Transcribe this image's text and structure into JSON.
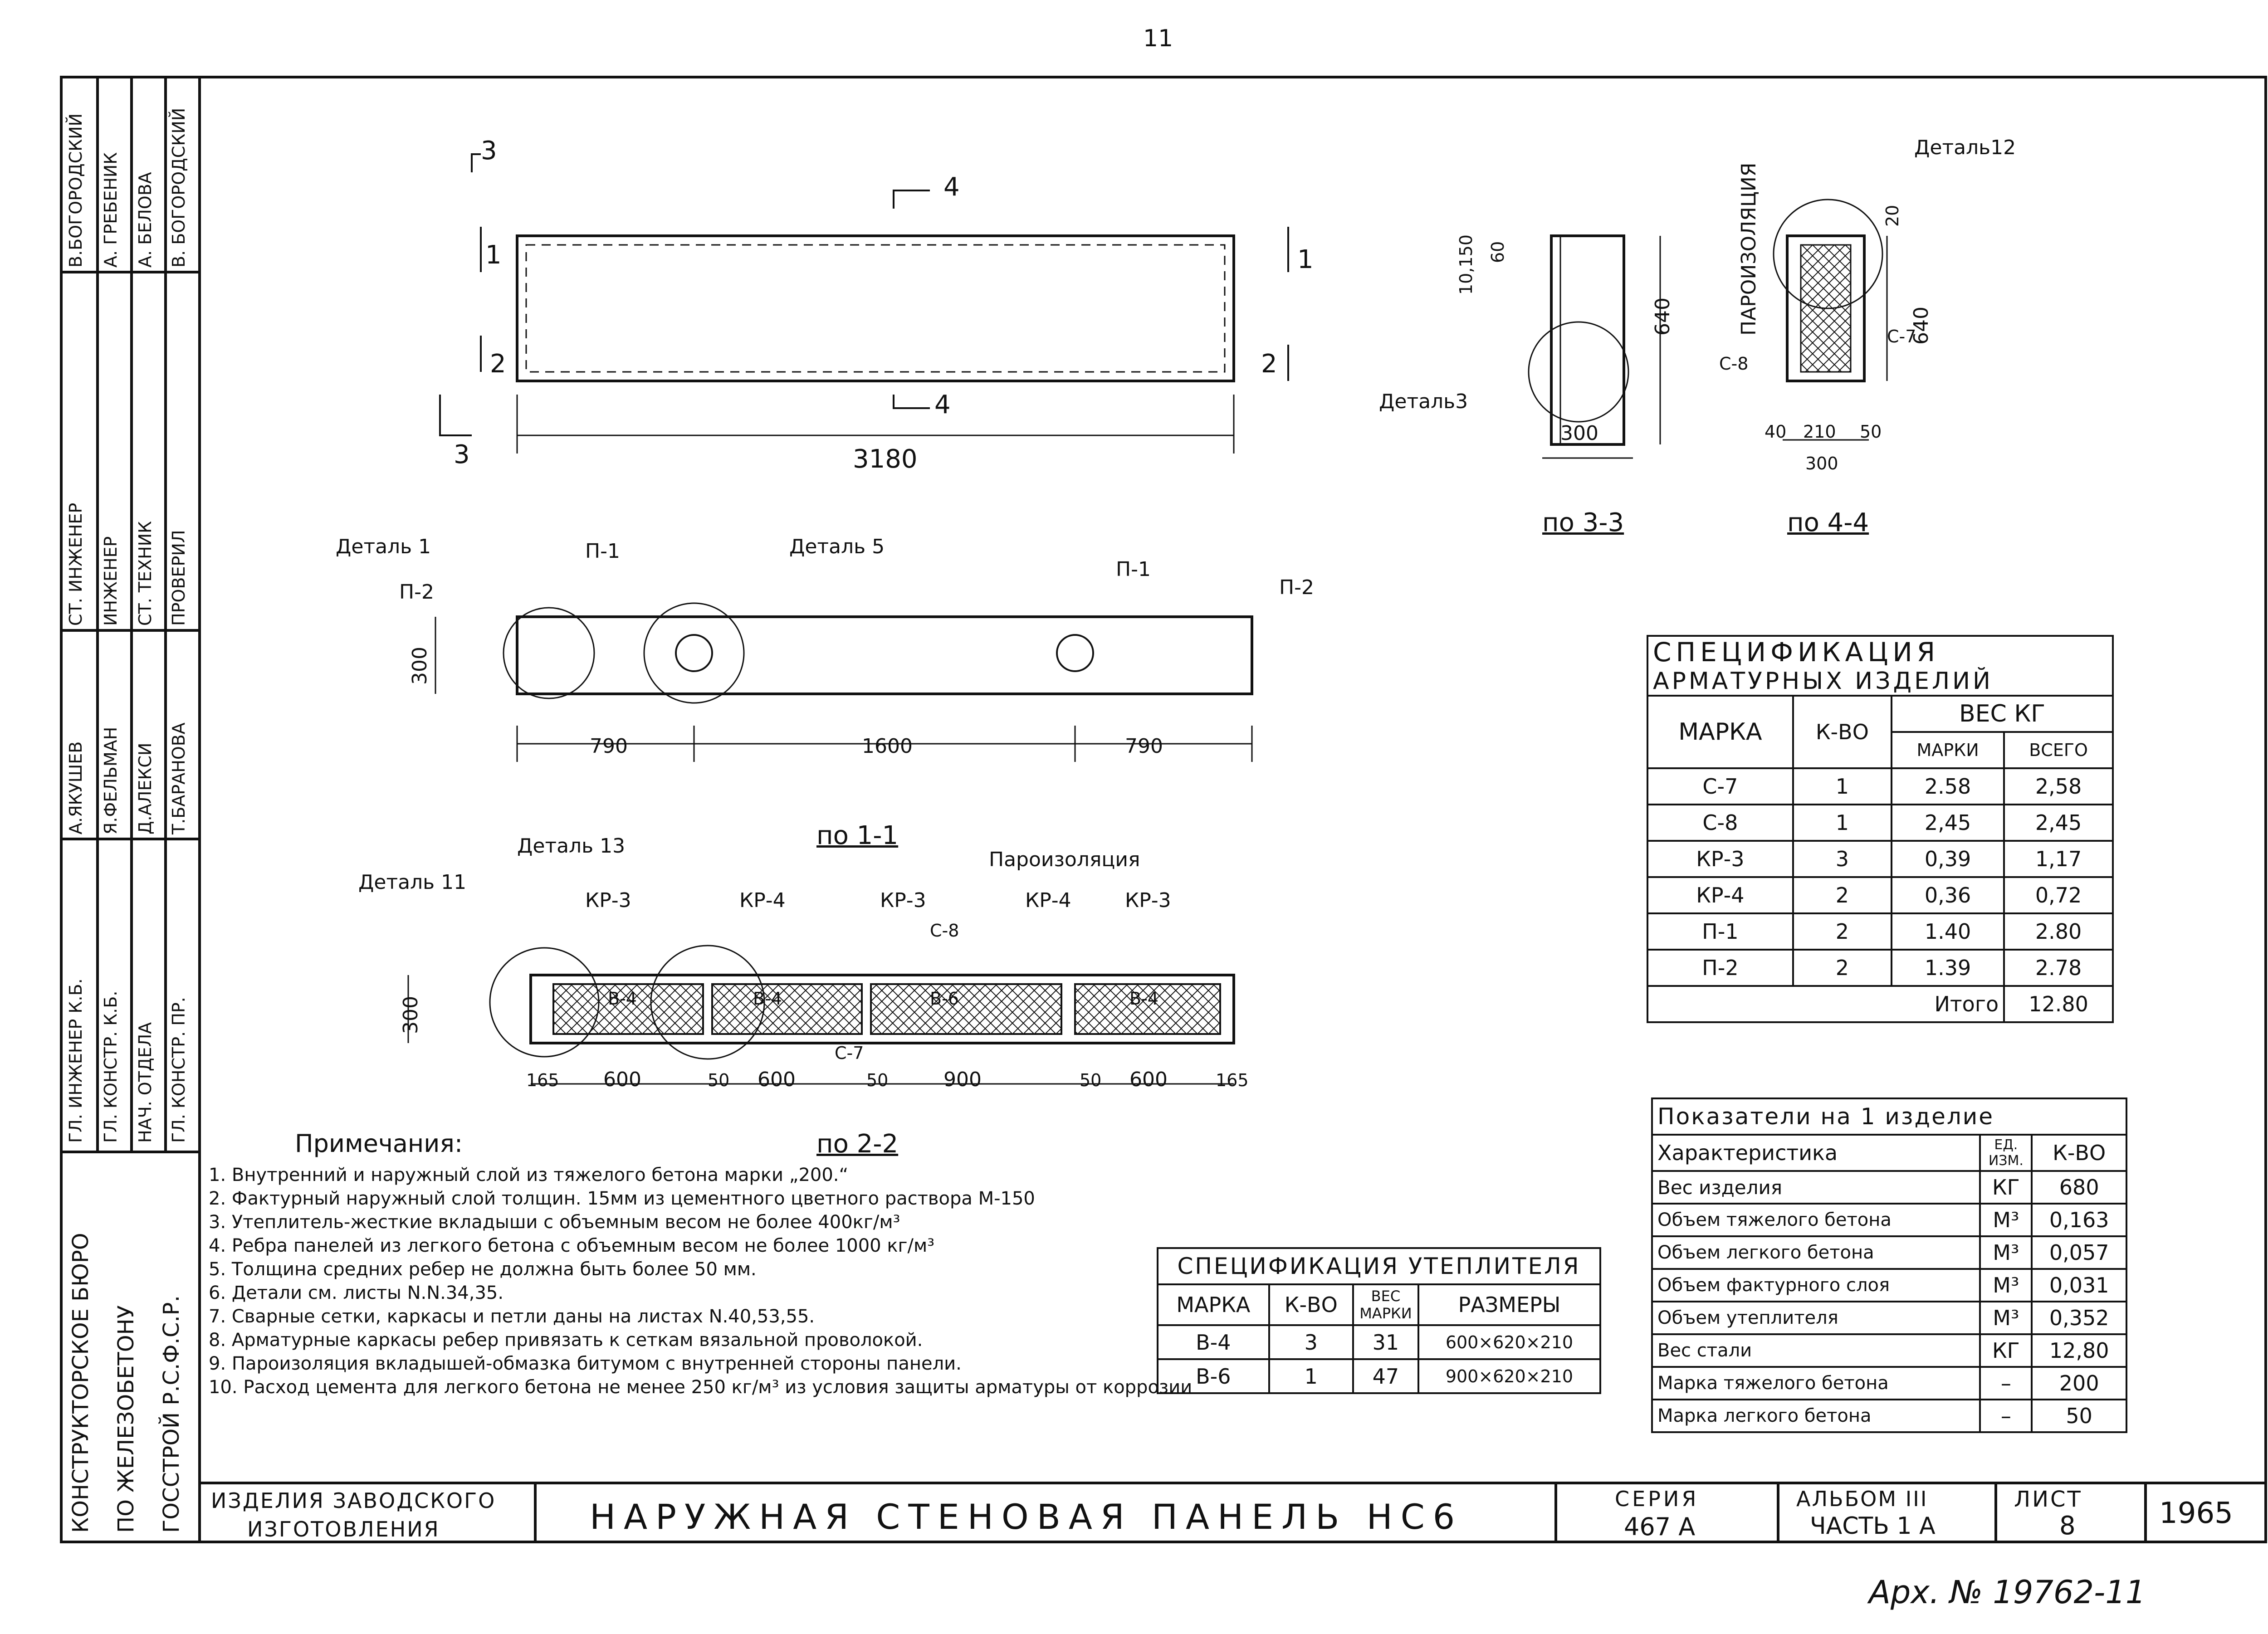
{
  "page_number": "11",
  "archive_number": "Арх. № 19762-11",
  "title_block": {
    "org_lines": [
      "КОНСТРУКТОРСКОЕ БЮРО",
      "ПО ЖЕЛЕЗОБЕТОНУ",
      "ГОССТРОЙ Р.С.Ф.С.Р."
    ],
    "category": [
      "ИЗДЕЛИЯ ЗАВОДСКОГО",
      "ИЗГОТОВЛЕНИЯ"
    ],
    "product_title": "НАРУЖНАЯ СТЕНОВАЯ ПАНЕЛЬ НС6",
    "series_label": "СЕРИЯ",
    "series_value": "467 А",
    "album_label": "АЛЬБОМ III",
    "album_value": "ЧАСТЬ 1 А",
    "sheet_label": "ЛИСТ",
    "sheet_value": "8",
    "year": "1965"
  },
  "signatures": {
    "roles_left": [
      "ГЛ. ИНЖЕНЕР К.Б.",
      "ГЛ. КОНСТР. К.Б.",
      "НАЧ. ОТДЕЛА",
      "ГЛ. КОНСТР. ПР."
    ],
    "names_left": [
      "А.ЯКУШЕВ",
      "Я.ФЕЛЬМАН",
      "Д.АЛЕКСИ",
      "Т.БАРАНОВА"
    ],
    "roles_right": [
      "СТ. ИНЖЕНЕР",
      "ИНЖЕНЕР",
      "СТ. ТЕХНИК",
      "ПРОВЕРИЛ"
    ],
    "names_right": [
      "В.БОГОРОДСКИЙ",
      "А. ГРЕБЕНИК",
      "А. БЕЛОВА",
      "В. БОГОРОДСКИЙ"
    ]
  },
  "drawings": {
    "elevation": {
      "length": "3180",
      "cut3": "3",
      "cut4": "4",
      "cut1": "1",
      "cut2": "2"
    },
    "section_11": {
      "caption": "по 1-1",
      "detail1": "Деталь 1",
      "detail5": "Деталь 5",
      "p1": "П-1",
      "p2": "П-2",
      "height": "300",
      "d1": "790",
      "d2": "1600",
      "d3": "790"
    },
    "section_22": {
      "caption": "по 2-2",
      "detail11": "Деталь 11",
      "detail13": "Деталь 13",
      "vapor": "Пароизоляция",
      "kr3": "КР-3",
      "kr4": "КР-4",
      "c8": "С-8",
      "c7": "С-7",
      "b4": "В-4",
      "b6": "В-6",
      "height": "300",
      "dims": [
        "165",
        "600",
        "50",
        "600",
        "50",
        "900",
        "50",
        "600",
        "165"
      ]
    },
    "section_33": {
      "caption": "по 3-3",
      "detail3": "Деталь3",
      "d_top": "10,150",
      "d_60": "60",
      "h": "640",
      "w": "300"
    },
    "section_44": {
      "caption": "по 4-4",
      "detail12": "Деталь12",
      "vapor": "ПАРОИЗОЛЯЦИЯ",
      "c8": "С-8",
      "c7": "С-7",
      "d20": "20",
      "h": "640",
      "d40": "40",
      "d210": "210",
      "d50": "50",
      "w": "300"
    }
  },
  "notes": {
    "heading": "Примечания:",
    "items": [
      "1. Внутренний и наружный слой из тяжелого бетона марки „200.“",
      "2. Фактурный наружный слой толщин. 15мм из цементного цветного раствора М-150",
      "3. Утеплитель-жесткие вкладыши с объемным весом не более 400кг/м³",
      "4. Ребра панелей из легкого бетона с объемным весом не более 1000 кг/м³",
      "5. Толщина средних ребер не должна быть более 50 мм.",
      "6. Детали см. листы N.N.34,35.",
      "7. Сварные сетки, каркасы и петли даны на листах N.40,53,55.",
      "8. Арматурные каркасы ребер привязать к сеткам вязальной проволокой.",
      "9. Пароизоляция вкладышей-обмазка битумом с внутренней стороны панели.",
      "10. Расход цемента для легкого бетона не менее 250 кг/м³ из условия защиты арматуры от коррозии"
    ]
  },
  "spec_armature": {
    "title1": "СПЕЦИФИКАЦИЯ",
    "title2": "АРМАТУРНЫХ ИЗДЕЛИЙ",
    "headers": {
      "mark": "МАРКА",
      "qty": "К-ВО",
      "weight": "ВЕС КГ",
      "per_mark": "МАРКИ",
      "total": "ВСЕГО"
    },
    "rows": [
      [
        "С-7",
        "1",
        "2.58",
        "2,58"
      ],
      [
        "С-8",
        "1",
        "2,45",
        "2,45"
      ],
      [
        "КР-3",
        "3",
        "0,39",
        "1,17"
      ],
      [
        "КР-4",
        "2",
        "0,36",
        "0,72"
      ],
      [
        "П-1",
        "2",
        "1.40",
        "2.80"
      ],
      [
        "П-2",
        "2",
        "1.39",
        "2.78"
      ]
    ],
    "total_label": "Итого",
    "total_value": "12.80"
  },
  "spec_insulation": {
    "title": "СПЕЦИФИКАЦИЯ УТЕПЛИТЕЛЯ",
    "headers": [
      "МАРКА",
      "К-ВО",
      "ВЕС МАРКИ",
      "РАЗМЕРЫ"
    ],
    "rows": [
      [
        "В-4",
        "3",
        "31",
        "600×620×210"
      ],
      [
        "В-6",
        "1",
        "47",
        "900×620×210"
      ]
    ]
  },
  "indicators": {
    "title": "Показатели на 1 изделие",
    "headers": [
      "Характеристика",
      "ЕД. ИЗМ.",
      "К-ВО"
    ],
    "rows": [
      [
        "Вес изделия",
        "КГ",
        "680"
      ],
      [
        "Объем тяжелого бетона",
        "М³",
        "0,163"
      ],
      [
        "Объем легкого бетона",
        "М³",
        "0,057"
      ],
      [
        "Объем фактурного слоя",
        "М³",
        "0,031"
      ],
      [
        "Объем утеплителя",
        "М³",
        "0,352"
      ],
      [
        "Вес стали",
        "КГ",
        "12,80"
      ],
      [
        "Марка тяжелого бетона",
        "–",
        "200"
      ],
      [
        "Марка легкого бетона",
        "–",
        "50"
      ]
    ]
  }
}
